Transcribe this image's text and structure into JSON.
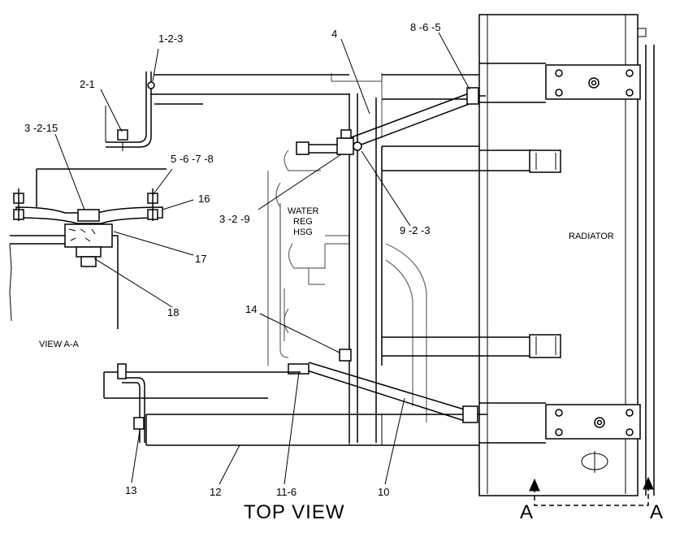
{
  "callouts": {
    "c_1_2_3": "1-2-3",
    "c_2_1": "2-1",
    "c_3_2_15": "3 -2-15",
    "c_5_6_7_8": "5 -6 -7 -8",
    "c_16": "16",
    "c_17": "17",
    "c_18": "18",
    "c_4": "4",
    "c_8_6_5": "8 -6 -5",
    "c_3_2_9": "3 -2 -9",
    "c_9_2_3": "9 -2 -3",
    "c_14": "14",
    "c_13": "13",
    "c_12": "12",
    "c_11_6": "11-6",
    "c_10": "10"
  },
  "labels": {
    "water": "WATER",
    "reg": "REG",
    "hsg": "HSG",
    "radiator": "RADIATOR",
    "view_aa": "VIEW A-A",
    "top_view": "TOP VIEW",
    "section_left": "A",
    "section_right": "A"
  }
}
